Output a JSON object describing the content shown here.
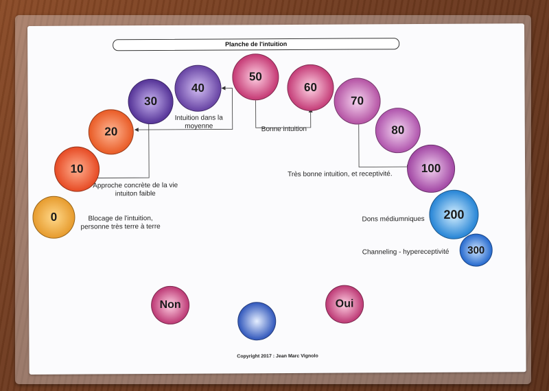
{
  "title": "Planche de l'intuition",
  "scale": [
    {
      "value": "0",
      "color": "#e9a23a"
    },
    {
      "value": "10",
      "color": "#e85028"
    },
    {
      "value": "20",
      "color": "#e8602c"
    },
    {
      "value": "30",
      "color": "#5b3a9c"
    },
    {
      "value": "40",
      "color": "#6d4aa8"
    },
    {
      "value": "50",
      "color": "#c8417a"
    },
    {
      "value": "60",
      "color": "#c8457e"
    },
    {
      "value": "70",
      "color": "#b85aa8"
    },
    {
      "value": "80",
      "color": "#b35bb0"
    },
    {
      "value": "100",
      "color": "#a64ea8"
    },
    {
      "value": "200",
      "color": "#2f8ad8"
    },
    {
      "value": "300",
      "color": "#2d6fd0"
    }
  ],
  "labels": {
    "blocage_1": "Blocage de l'intuition,",
    "blocage_2": "personne très terre à terre",
    "approche_1": "Approche concrète de la vie",
    "approche_2": "intuiton faible",
    "moyenne_1": "Intuition dans la",
    "moyenne_2": "moyenne",
    "bonne": "Bonne intuition",
    "tres_bonne": "Très bonne intuition, et receptivité.",
    "dons": "Dons médiumniques",
    "channeling": "Channeling - hypereceptivité"
  },
  "answers": {
    "no": "Non",
    "yes": "Oui",
    "no_color": "#c0407a",
    "yes_color": "#c0407a",
    "center_color": "#3a5fbf"
  },
  "copyright": "Copyright 2017 : Jean Marc Vignolo"
}
